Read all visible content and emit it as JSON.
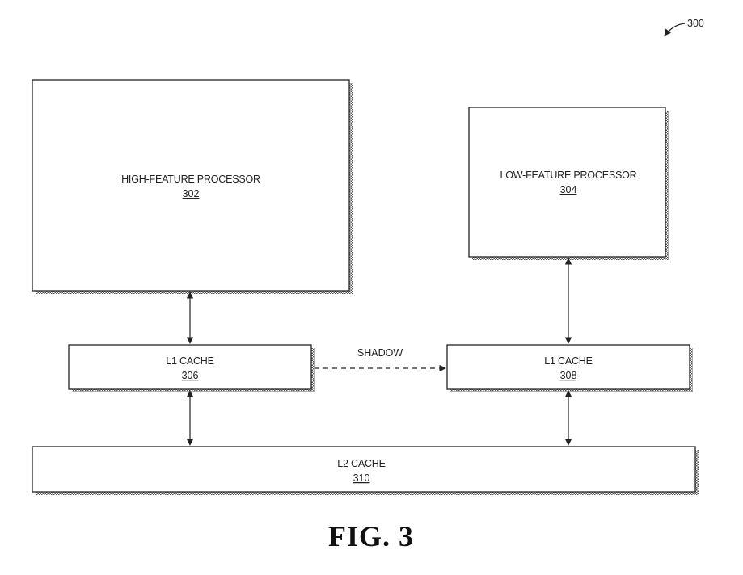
{
  "figure": {
    "reference_number": "300",
    "caption": "FIG. 3"
  },
  "nodes": {
    "high_feature_processor": {
      "label": "HIGH-FEATURE PROCESSOR",
      "ref": "302"
    },
    "low_feature_processor": {
      "label": "LOW-FEATURE PROCESSOR",
      "ref": "304"
    },
    "l1_cache_left": {
      "label": "L1 CACHE",
      "ref": "306"
    },
    "l1_cache_right": {
      "label": "L1 CACHE",
      "ref": "308"
    },
    "l2_cache": {
      "label": "L2  CACHE",
      "ref": "310"
    }
  },
  "edges": {
    "shadow_label": "SHADOW"
  },
  "colors": {
    "stroke": "#222222",
    "shadow_fill": "#555555"
  }
}
